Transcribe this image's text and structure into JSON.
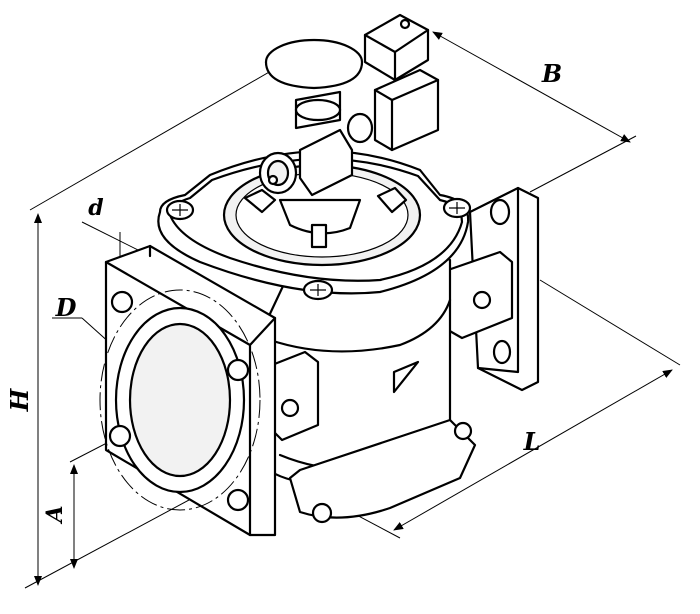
{
  "labels": {
    "H": "H",
    "A": "A",
    "D": "D",
    "d": "d",
    "B": "B",
    "L": "L"
  },
  "colors": {
    "line": "#000000",
    "background": "#ffffff",
    "shade": "#f2f2f2"
  }
}
